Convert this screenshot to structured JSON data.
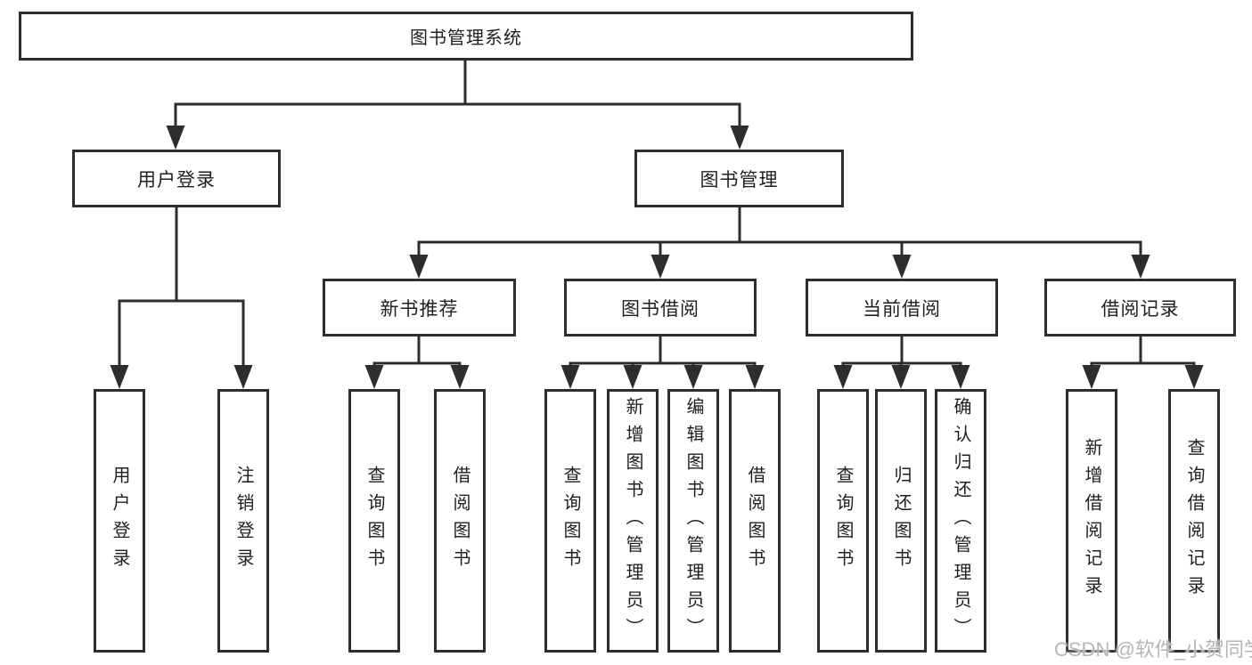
{
  "tree": {
    "root": {
      "label": "图书管理系统"
    },
    "level2": [
      {
        "label": "用户登录"
      },
      {
        "label": "图书管理"
      }
    ],
    "level3": [
      {
        "label": "新书推荐"
      },
      {
        "label": "图书借阅"
      },
      {
        "label": "当前借阅"
      },
      {
        "label": "借阅记录"
      }
    ],
    "leaves": [
      {
        "label": "用户登录",
        "parent": "用户登录"
      },
      {
        "label": "注销登录",
        "parent": "用户登录"
      },
      {
        "label": "查询图书",
        "parent": "新书推荐"
      },
      {
        "label": "借阅图书",
        "parent": "新书推荐"
      },
      {
        "label": "查询图书",
        "parent": "图书借阅"
      },
      {
        "label": "新增图书（管理员）",
        "parent": "图书借阅"
      },
      {
        "label": "编辑图书（管理员）",
        "parent": "图书借阅"
      },
      {
        "label": "借阅图书",
        "parent": "图书借阅"
      },
      {
        "label": "查询图书",
        "parent": "当前借阅"
      },
      {
        "label": "归还图书",
        "parent": "当前借阅"
      },
      {
        "label": "确认归还（管理员）",
        "parent": "当前借阅"
      },
      {
        "label": "新增借阅记录",
        "parent": "借阅记录"
      },
      {
        "label": "查询借阅记录",
        "parent": "借阅记录"
      }
    ],
    "watermark": "CSDN @软件_小贺同学",
    "colors": {
      "line": "#2d2d2d",
      "text": "#1f1f1f",
      "watermark": "#b6b6b6",
      "background": "#ffffff"
    }
  }
}
